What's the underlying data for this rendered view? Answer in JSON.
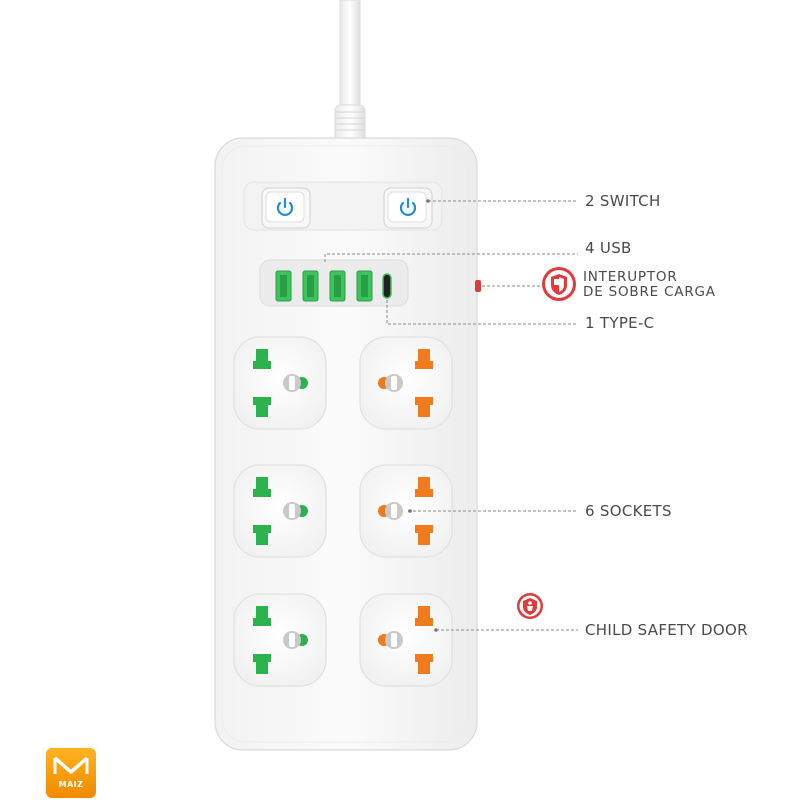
{
  "product": {
    "callouts": {
      "switch": "2 SWITCH",
      "usb": "4 USB",
      "breaker_line1": "INTERUPTOR",
      "breaker_line2": "DE SOBRE CARGA",
      "type_c": "1 TYPE-C",
      "sockets": "6 SOCKETS",
      "child_door": "CHILD SAFETY DOOR"
    },
    "counts": {
      "switches": 2,
      "usb_a_ports": 4,
      "usb_c_ports": 1,
      "sockets": 6
    },
    "colors": {
      "body": "#f7f7f7",
      "socket_green": "#2bb24c",
      "socket_orange": "#f07a1c",
      "usb_green": "#3ec45c",
      "switch_blue": "#1c8fd6",
      "badge_red": "#e23a3a",
      "logo_orange": "#f59a10"
    },
    "icons": [
      "power-icon",
      "shield-icon",
      "child-lock-icon"
    ]
  },
  "logo": {
    "text": "MAIZ"
  }
}
